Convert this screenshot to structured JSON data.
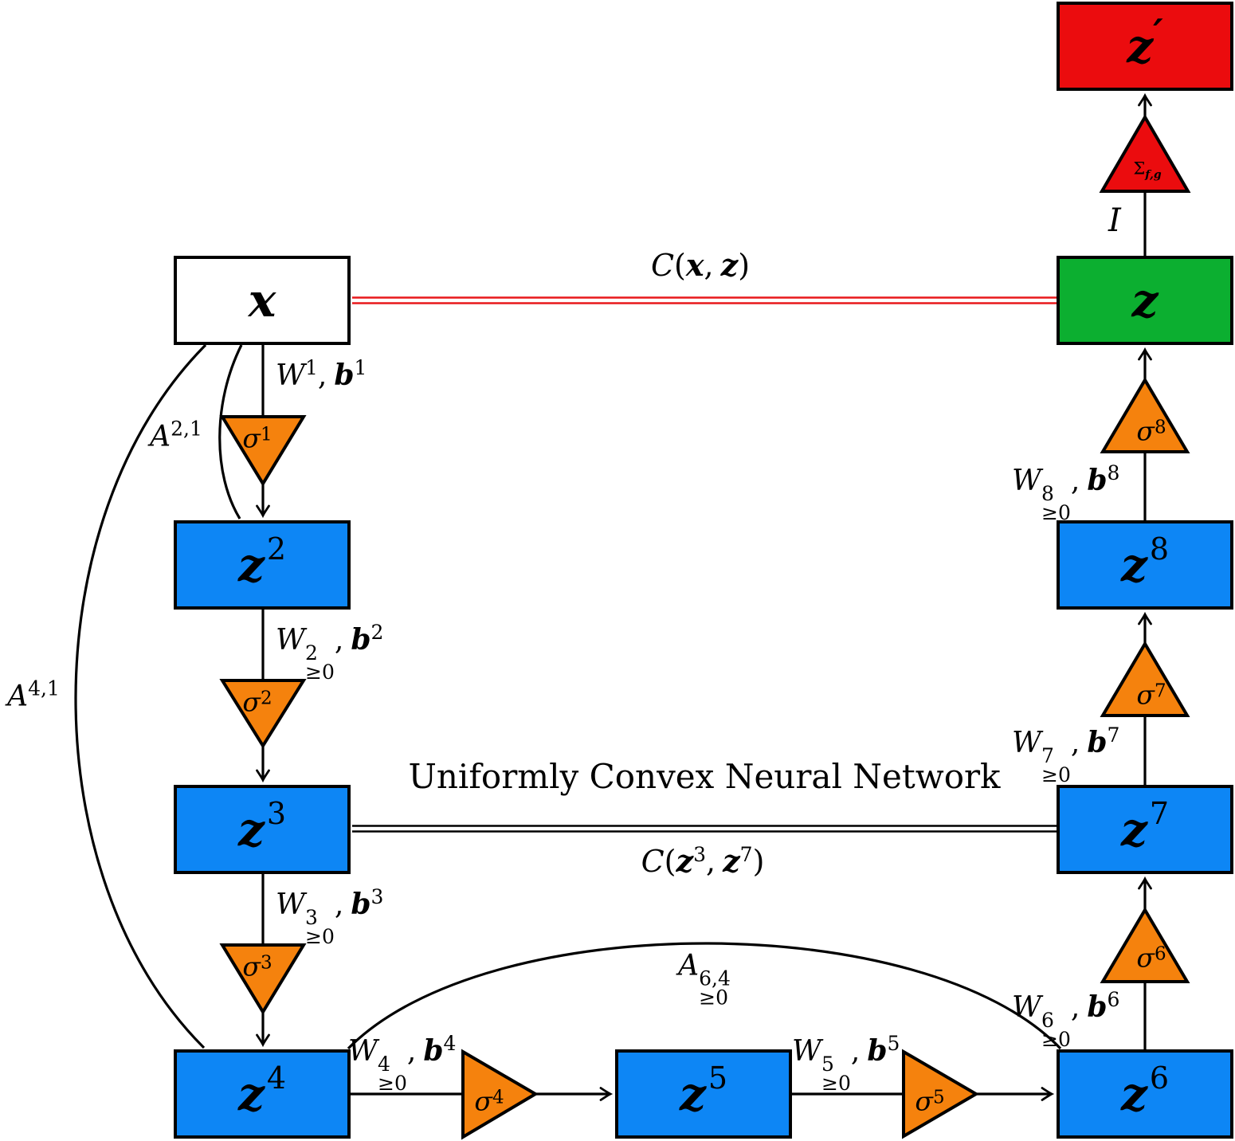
{
  "title": "Uniformly Convex Neural Network",
  "colors": {
    "node_blue": "#0D86F5",
    "node_green": "#0CAF30",
    "node_red": "#EB0C0E",
    "activation_orange": "#F5820D",
    "coupling_line_red": "#E8191C",
    "line_black": "#000000"
  },
  "nodes": {
    "x": {
      "label": "x"
    },
    "z2": {
      "base": "z",
      "sup": "2"
    },
    "z3": {
      "base": "z",
      "sup": "3"
    },
    "z4": {
      "base": "z",
      "sup": "4"
    },
    "z5": {
      "base": "z",
      "sup": "5"
    },
    "z6": {
      "base": "z",
      "sup": "6"
    },
    "z7": {
      "base": "z",
      "sup": "7"
    },
    "z8": {
      "base": "z",
      "sup": "8"
    },
    "z": {
      "label": "z"
    },
    "z_prime": {
      "base": "z",
      "prime": "′"
    }
  },
  "activations": {
    "sigma1": {
      "base": "σ",
      "sup": "1"
    },
    "sigma2": {
      "base": "σ",
      "sup": "2"
    },
    "sigma3": {
      "base": "σ",
      "sup": "3"
    },
    "sigma4": {
      "base": "σ",
      "sup": "4"
    },
    "sigma5": {
      "base": "σ",
      "sup": "5"
    },
    "sigma6": {
      "base": "σ",
      "sup": "6"
    },
    "sigma7": {
      "base": "σ",
      "sup": "7"
    },
    "sigma8": {
      "base": "σ",
      "sup": "8"
    },
    "sum_fg": {
      "base": "Σ",
      "sub": "f,g"
    }
  },
  "weights": {
    "w1": {
      "W": "W",
      "sup": "1",
      "sub": "",
      "comma": ",",
      "b": "b",
      "bsup": "1"
    },
    "w2": {
      "W": "W",
      "sup": "2",
      "sub": "≥0",
      "comma": ",",
      "b": "b",
      "bsup": "2"
    },
    "w3": {
      "W": "W",
      "sup": "3",
      "sub": "≥0",
      "comma": ",",
      "b": "b",
      "bsup": "3"
    },
    "w4": {
      "W": "W",
      "sup": "4",
      "sub": "≥0",
      "comma": ",",
      "b": "b",
      "bsup": "4"
    },
    "w5": {
      "W": "W",
      "sup": "5",
      "sub": "≥0",
      "comma": ",",
      "b": "b",
      "bsup": "5"
    },
    "w6": {
      "W": "W",
      "sup": "6",
      "sub": "≥0",
      "comma": ",",
      "b": "b",
      "bsup": "6"
    },
    "w7": {
      "W": "W",
      "sup": "7",
      "sub": "≥0",
      "comma": ",",
      "b": "b",
      "bsup": "7"
    },
    "w8": {
      "W": "W",
      "sup": "8",
      "sub": "≥0",
      "comma": ",",
      "b": "b",
      "bsup": "8"
    }
  },
  "skips": {
    "a21": {
      "base": "A",
      "sup": "2,1"
    },
    "a41": {
      "base": "A",
      "sup": "4,1"
    },
    "a64": {
      "base": "A",
      "sup": "6,4",
      "sub": "≥0"
    }
  },
  "couplings": {
    "cxz": {
      "func": "C",
      "open": "(",
      "arg1": "x",
      "comma": ",",
      "arg2": "z",
      "close": ")"
    },
    "cz37": {
      "func": "C",
      "open": "(",
      "arg1": "z",
      "sup1": "3",
      "comma": ",",
      "arg2": "z",
      "sup2": "7",
      "close": ")"
    }
  },
  "identity": {
    "label": "I"
  }
}
